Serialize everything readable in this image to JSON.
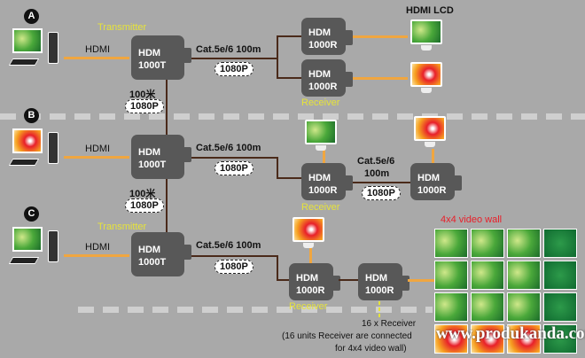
{
  "sections": [
    {
      "letter": "A"
    },
    {
      "letter": "B"
    },
    {
      "letter": "C"
    }
  ],
  "labels": {
    "hdmi": "HDMI",
    "transmitter": "Transmitter",
    "receiver": "Receiver",
    "cat": "Cat.5e/6 100m",
    "res": "1080P",
    "dist": "100米",
    "hdmi_lcd": "HDMI LCD",
    "cat_b1": "Cat.5e/6",
    "cat_b2": "100m",
    "video_wall": "4x4 video wall",
    "rx_count": "16 x Receiver",
    "rx_note": "(16 units Receiver are connected",
    "rx_note2": "for 4x4 video wall)",
    "watermark": "www.produkanda.com"
  },
  "devices": {
    "tx_line1": "HDM",
    "tx_line2": "1000T",
    "rx_line1": "HDM",
    "rx_line2": "1000R"
  },
  "colors": {
    "hdmi_cable": "#f0a640",
    "cat_cable": "#4a2a1a",
    "label_yellow": "#e6e33a",
    "wall_title": "#e8202a"
  }
}
